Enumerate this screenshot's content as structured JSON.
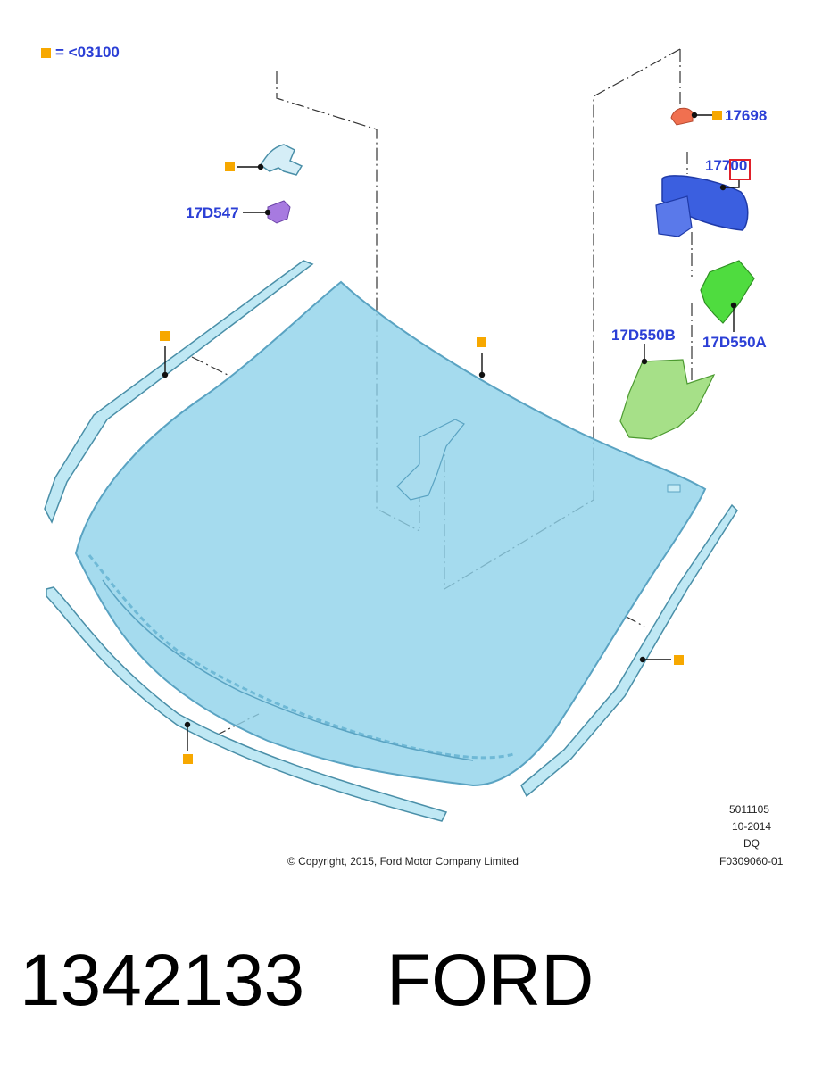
{
  "legend": {
    "text": "= <03100"
  },
  "callouts": {
    "p17698": "17698",
    "p17700_a": "177",
    "p17700_b": "00",
    "p17d547": "17D547",
    "p17d550b": "17D550B",
    "p17d550a": "17D550A"
  },
  "drawing_info": {
    "number": "5011105",
    "date": "10-2014",
    "code": "DQ",
    "ref": "F0309060-01"
  },
  "copyright": "© Copyright, 2015, Ford Motor Company Limited",
  "caption": {
    "part_number": "1342133",
    "brand": "FORD"
  },
  "colors": {
    "glass": "#8fd2ea",
    "callout_text": "#2b3fd6",
    "marker": "#f7a800",
    "mirror": "#3b5fe0",
    "cover": "#7fd86a",
    "cover_bright": "#4fdc3f",
    "clip_red": "#f07050",
    "clip_purple": "#a77ae0",
    "highlight": "#e0202a"
  },
  "icons": [
    "marker-square",
    "windshield-glass",
    "rear-view-mirror",
    "sensor-cover",
    "mirror-clip",
    "moulding-strip"
  ]
}
